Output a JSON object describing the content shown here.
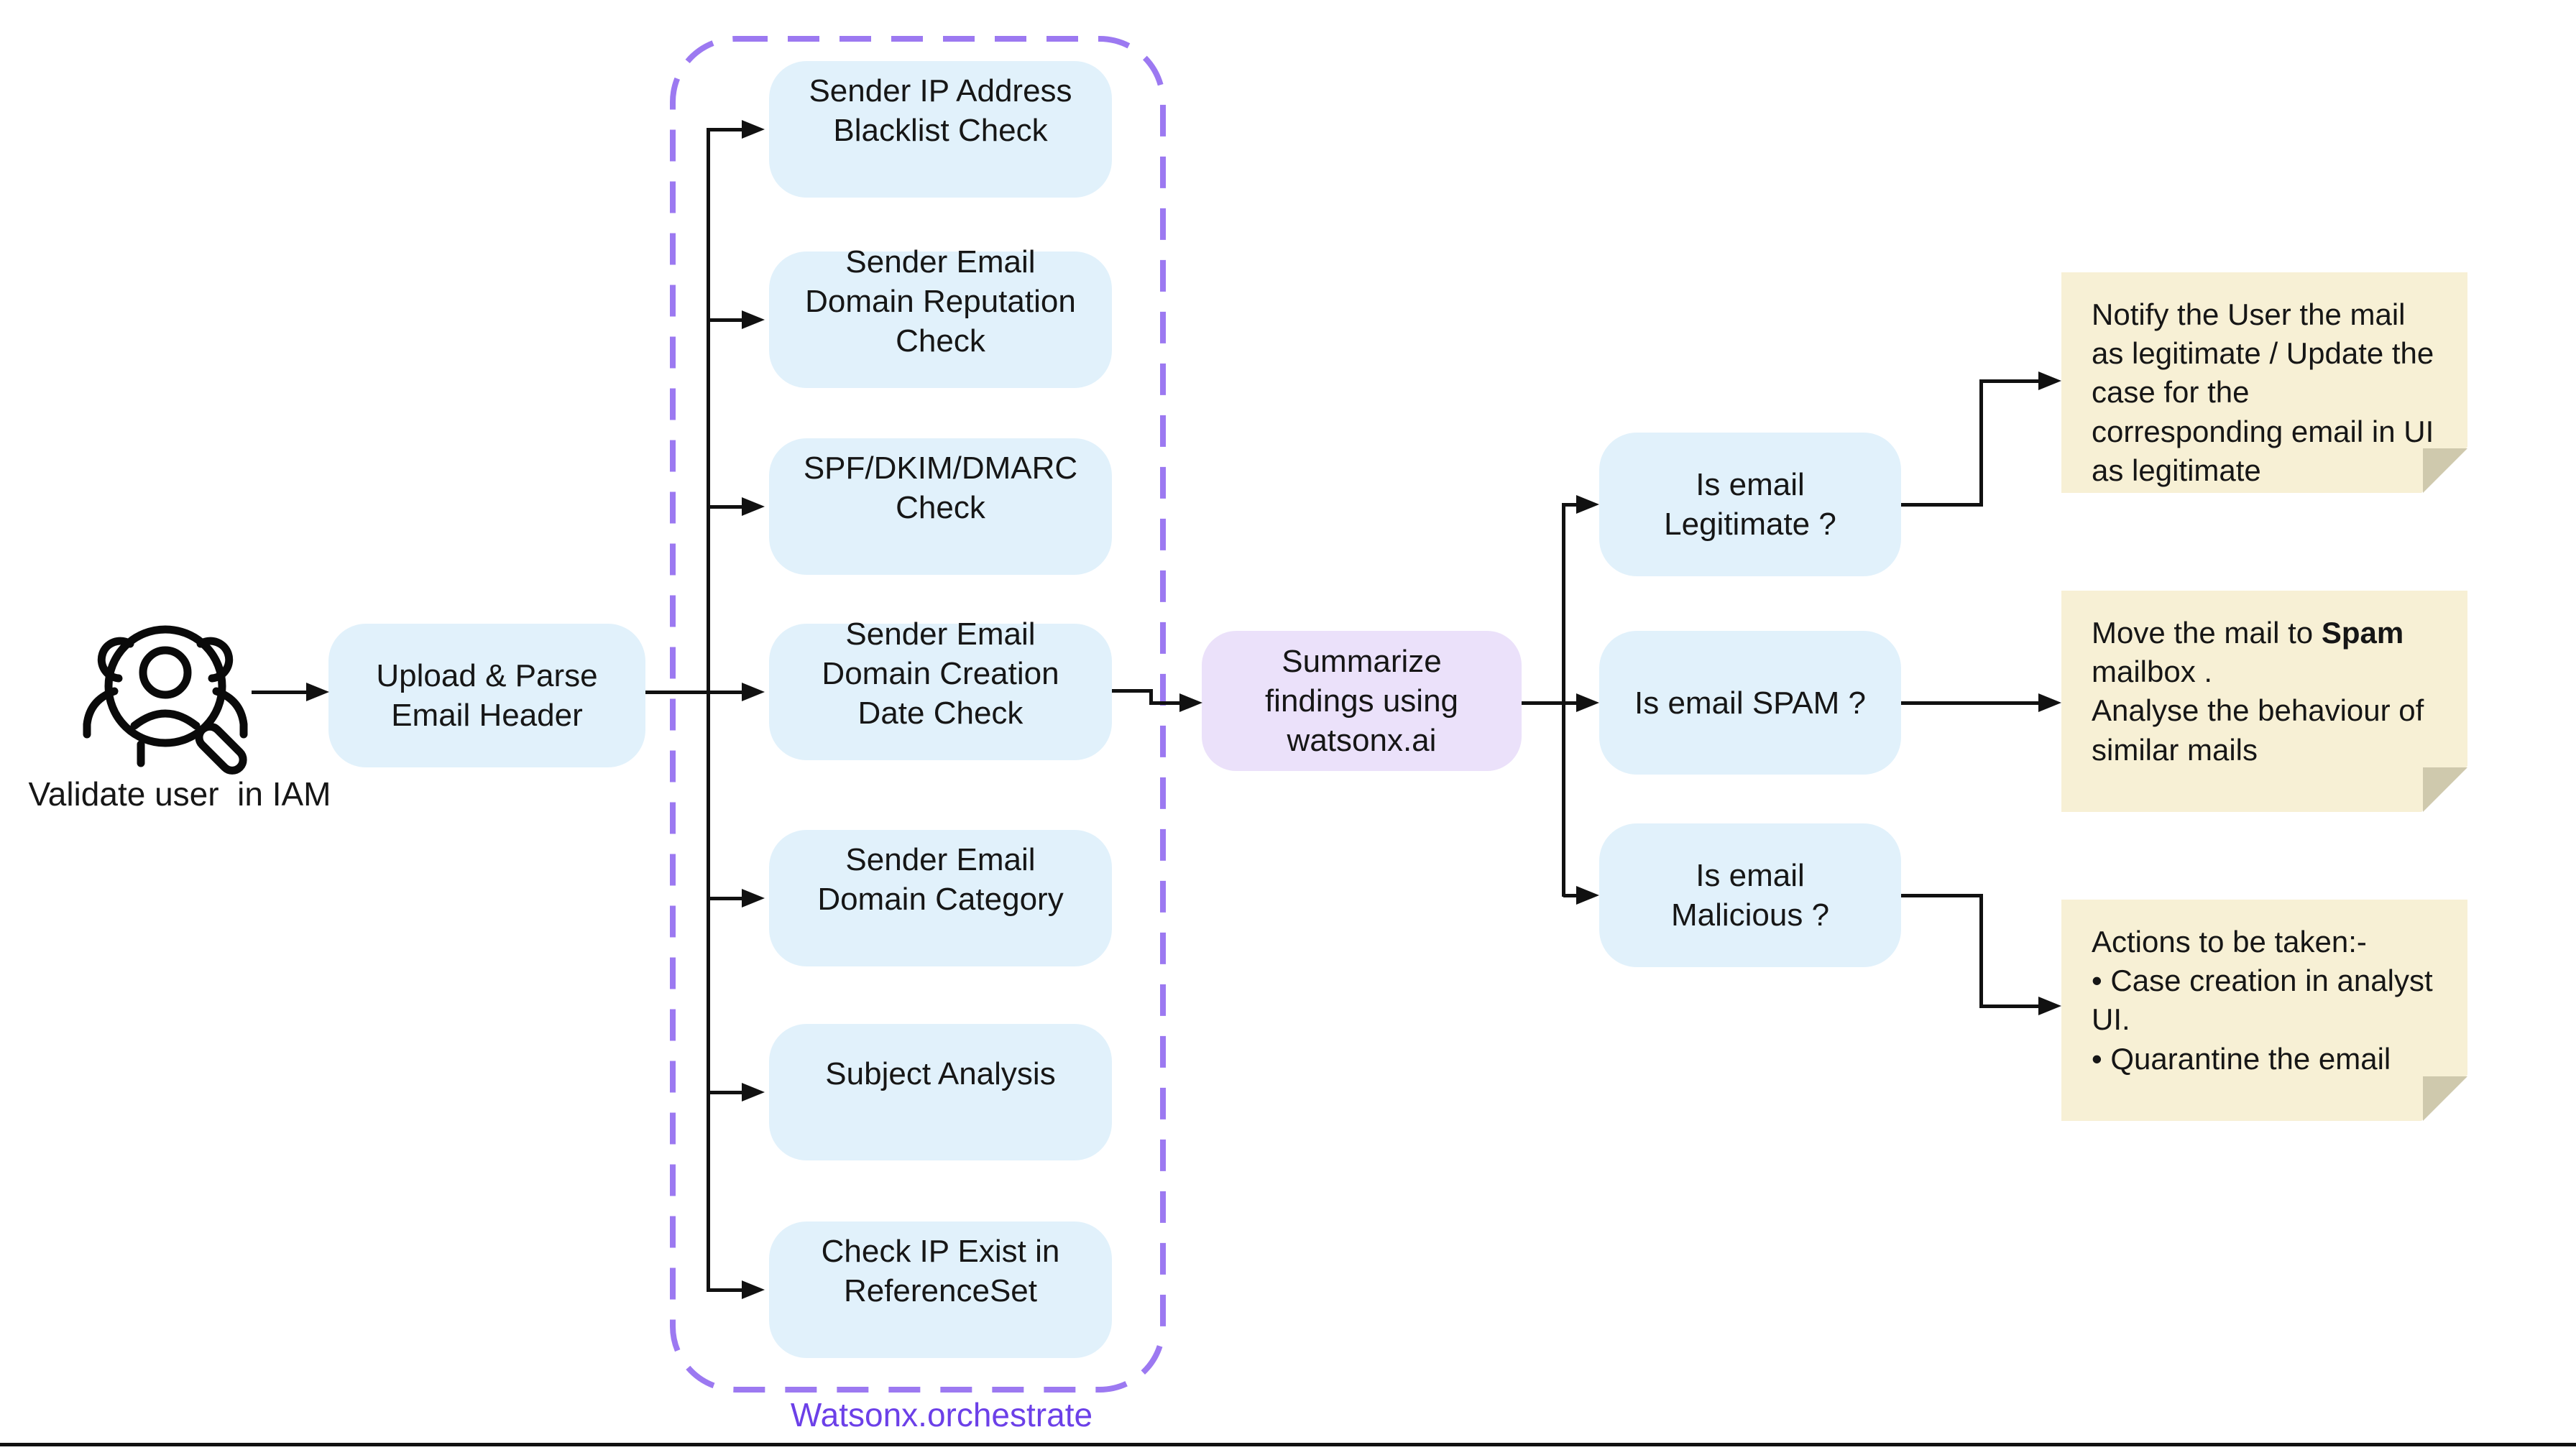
{
  "diagram": {
    "start": {
      "label": "Validate user  in IAM"
    },
    "upload": {
      "label": "Upload & Parse\nEmail Header"
    },
    "orchestrate": {
      "label": "Watsonx.orchestrate",
      "checks": [
        {
          "label": "Sender IP Address\nBlacklist Check"
        },
        {
          "label": "Sender Email\nDomain Reputation\nCheck"
        },
        {
          "label": "SPF/DKIM/DMARC\nCheck"
        },
        {
          "label": "Sender Email\nDomain Creation\nDate Check"
        },
        {
          "label": "Sender Email\nDomain Category"
        },
        {
          "label": "Subject Analysis"
        },
        {
          "label": "Check IP Exist in\nReferenceSet"
        }
      ]
    },
    "summarize": {
      "label": "Summarize\nfindings using\nwatsonx.ai"
    },
    "decisions": [
      {
        "label": "Is email\nLegitimate ?"
      },
      {
        "label": "Is email SPAM ?"
      },
      {
        "label": "Is email\nMalicious ?"
      }
    ],
    "notes": [
      {
        "text": "Notify the User the mail\nas legitimate / Update the\ncase for the\ncorresponding email in UI\nas legitimate"
      },
      {
        "pre": "Move the mail to ",
        "bold": "Spam",
        "post": "\nmailbox .\nAnalyse the behaviour of\nsimilar mails"
      },
      {
        "text": "Actions to be taken:-\n• Case creation in analyst\nUI.\n• Quarantine the email"
      }
    ],
    "colors": {
      "box_blue": "#E1F1FB",
      "box_purple": "#EBE1FA",
      "note_yellow": "#F7F0D5",
      "note_fold": "#CFC9AD",
      "dash_purple": "#9C79F1",
      "label_purple": "#6C40E8",
      "line_black": "#111111"
    }
  }
}
